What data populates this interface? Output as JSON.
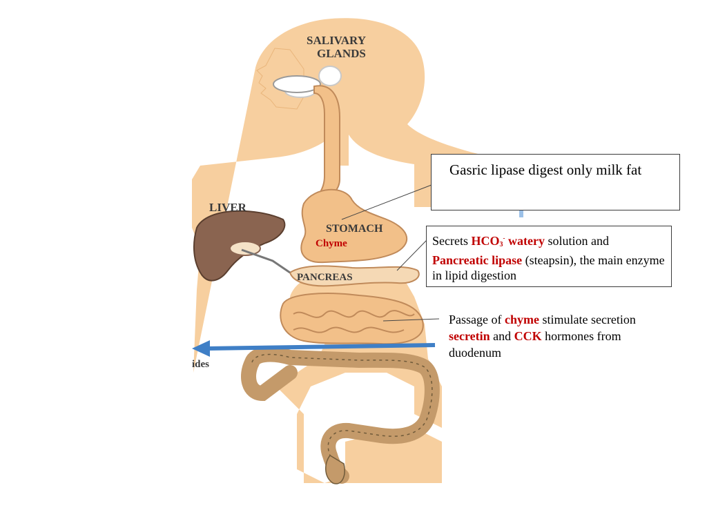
{
  "colors": {
    "body": "#f7cf9f",
    "digestive": "#f2c089",
    "liver": "#8a6450",
    "arrow": "#3f7fc6",
    "highlight": "#c00000"
  },
  "labels": {
    "salivary_line1": "SALIVARY",
    "salivary_line2": "GLANDS",
    "liver": "LIVER",
    "stomach": "STOMACH",
    "pancreas": "PANCREAS",
    "chyme": "Chyme",
    "partial_ides": "ides"
  },
  "callouts": {
    "stomach": {
      "text": "Gasric lipase digest only milk fat"
    },
    "pancreas": {
      "t1": "Secrets ",
      "hco3": "HCO",
      "sub": "3",
      "sup": "-",
      "watery": " watery",
      "t2": " solution and ",
      "lipase": "Pancreatic lipase",
      "t3": " (steapsin), the  main enzyme in lipid digestion"
    },
    "duodenum": {
      "t1": "Passage of ",
      "chyme": "chyme",
      "t2": " stimulate secretion ",
      "secretin": "secretin",
      "t3": " and ",
      "cck": "CCK",
      "t4": " hormones from duodenum"
    }
  }
}
